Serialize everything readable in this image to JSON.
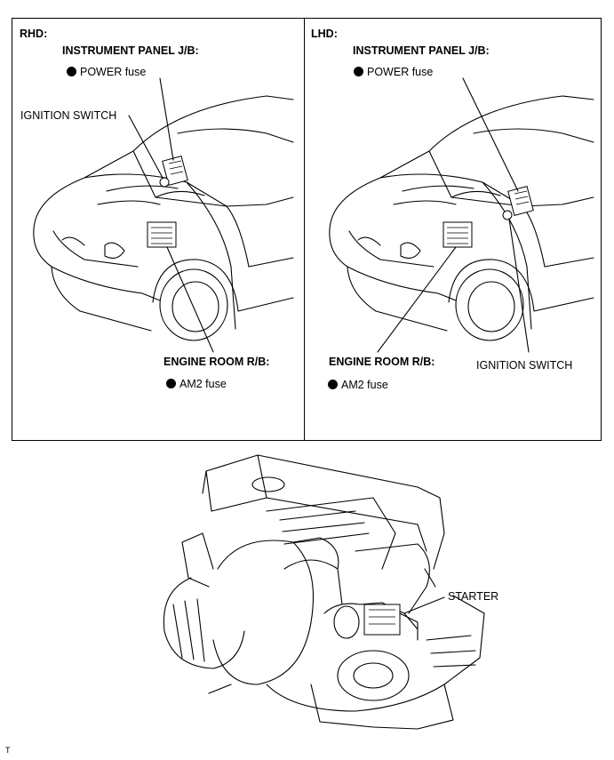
{
  "rhd": {
    "title": "RHD:",
    "instrument_panel": "INSTRUMENT PANEL J/B:",
    "power_fuse": "POWER fuse",
    "ignition_switch": "IGNITION SWITCH",
    "engine_room": "ENGINE ROOM R/B:",
    "am2_fuse": "AM2 fuse"
  },
  "lhd": {
    "title": "LHD:",
    "instrument_panel": "INSTRUMENT PANEL J/B:",
    "power_fuse": "POWER fuse",
    "engine_room": "ENGINE ROOM R/B:",
    "ignition_switch": "IGNITION SWITCH",
    "am2_fuse": "AM2 fuse"
  },
  "engine": {
    "starter": "STARTER"
  },
  "footer": {
    "code": "T"
  }
}
